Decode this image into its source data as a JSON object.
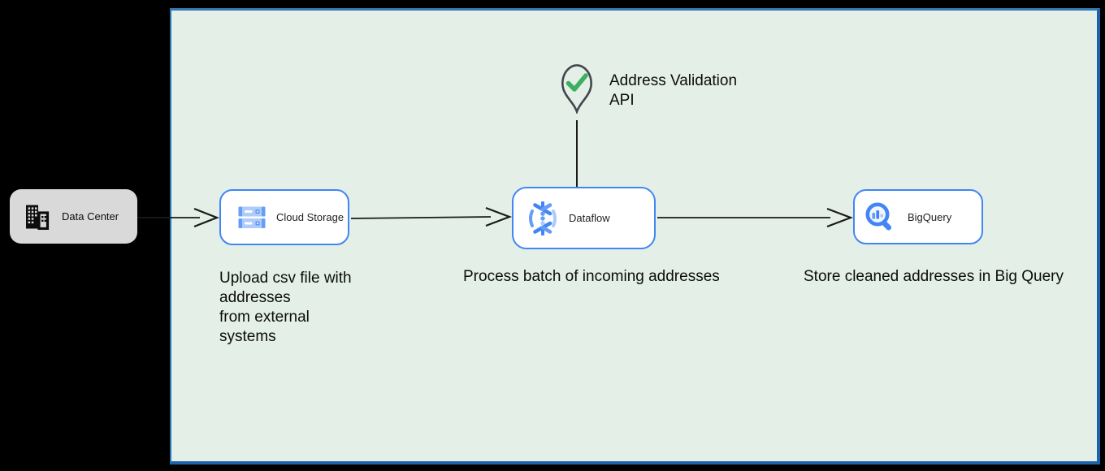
{
  "diagram": {
    "nodes": {
      "data_center": {
        "label": "Data Center",
        "icon": "building-icon"
      },
      "cloud_storage": {
        "label": "Cloud Storage",
        "icon": "cloud-storage-icon"
      },
      "dataflow": {
        "label": "Dataflow",
        "icon": "dataflow-icon"
      },
      "bigquery": {
        "label": "BigQuery",
        "icon": "bigquery-icon"
      }
    },
    "marker": {
      "label": "Address Validation\nAPI",
      "icon": "location-pin-check-icon"
    },
    "captions": {
      "cloud_storage": "Upload csv file with\naddresses\nfrom external\nsystems",
      "dataflow": "Process batch of incoming addresses",
      "bigquery": "Store cleaned addresses in Big Query"
    },
    "colors": {
      "page_background": "#000000",
      "canvas_fill": "#e3efe7",
      "canvas_border": "#2e73b4",
      "node_border": "#4285f4",
      "node_fill": "#ffffff",
      "data_center_fill": "#d9d9d9",
      "icon_blue": "#4285f4",
      "icon_blue_light": "#aecbfa",
      "check_green": "#3fae60",
      "arrow": "#1a1a1a"
    }
  }
}
